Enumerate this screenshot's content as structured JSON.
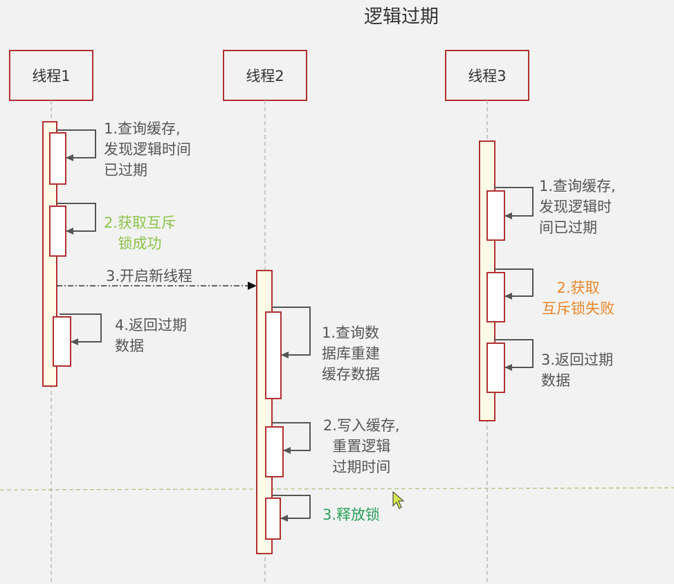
{
  "title": "逻辑过期",
  "colors": {
    "box_border": "#b03030",
    "activation_fill": "#fffbe6",
    "lifeline": "#bbbbbb",
    "arrow": "#555555",
    "text": "#555555",
    "green_light": "#8bc34a",
    "green": "#2aa05a",
    "orange": "#e8862a",
    "separator": "#a8c070",
    "cursor": "#d8e850"
  },
  "participants": [
    {
      "id": "t1",
      "label": "线程1"
    },
    {
      "id": "t2",
      "label": "线程2"
    },
    {
      "id": "t3",
      "label": "线程3"
    }
  ],
  "thread1": {
    "step1": [
      "1.查询缓存,",
      "发现逻辑时间",
      "已过期"
    ],
    "step2": [
      "2.获取互斥",
      "锁成功"
    ],
    "step3": "3.开启新线程",
    "step4": [
      "4.返回过期",
      "数据"
    ]
  },
  "thread2": {
    "step1": [
      "1.查询数",
      "据库重建",
      "缓存数据"
    ],
    "step2": [
      "2.写入缓存,",
      "重置逻辑",
      "过期时间"
    ],
    "step3": "3.释放锁"
  },
  "thread3": {
    "step1": [
      "1.查询缓存,",
      "发现逻辑时",
      "间已过期"
    ],
    "step2": [
      "2.获取",
      "互斥锁失败"
    ],
    "step3": [
      "3.返回过期",
      "数据"
    ]
  }
}
